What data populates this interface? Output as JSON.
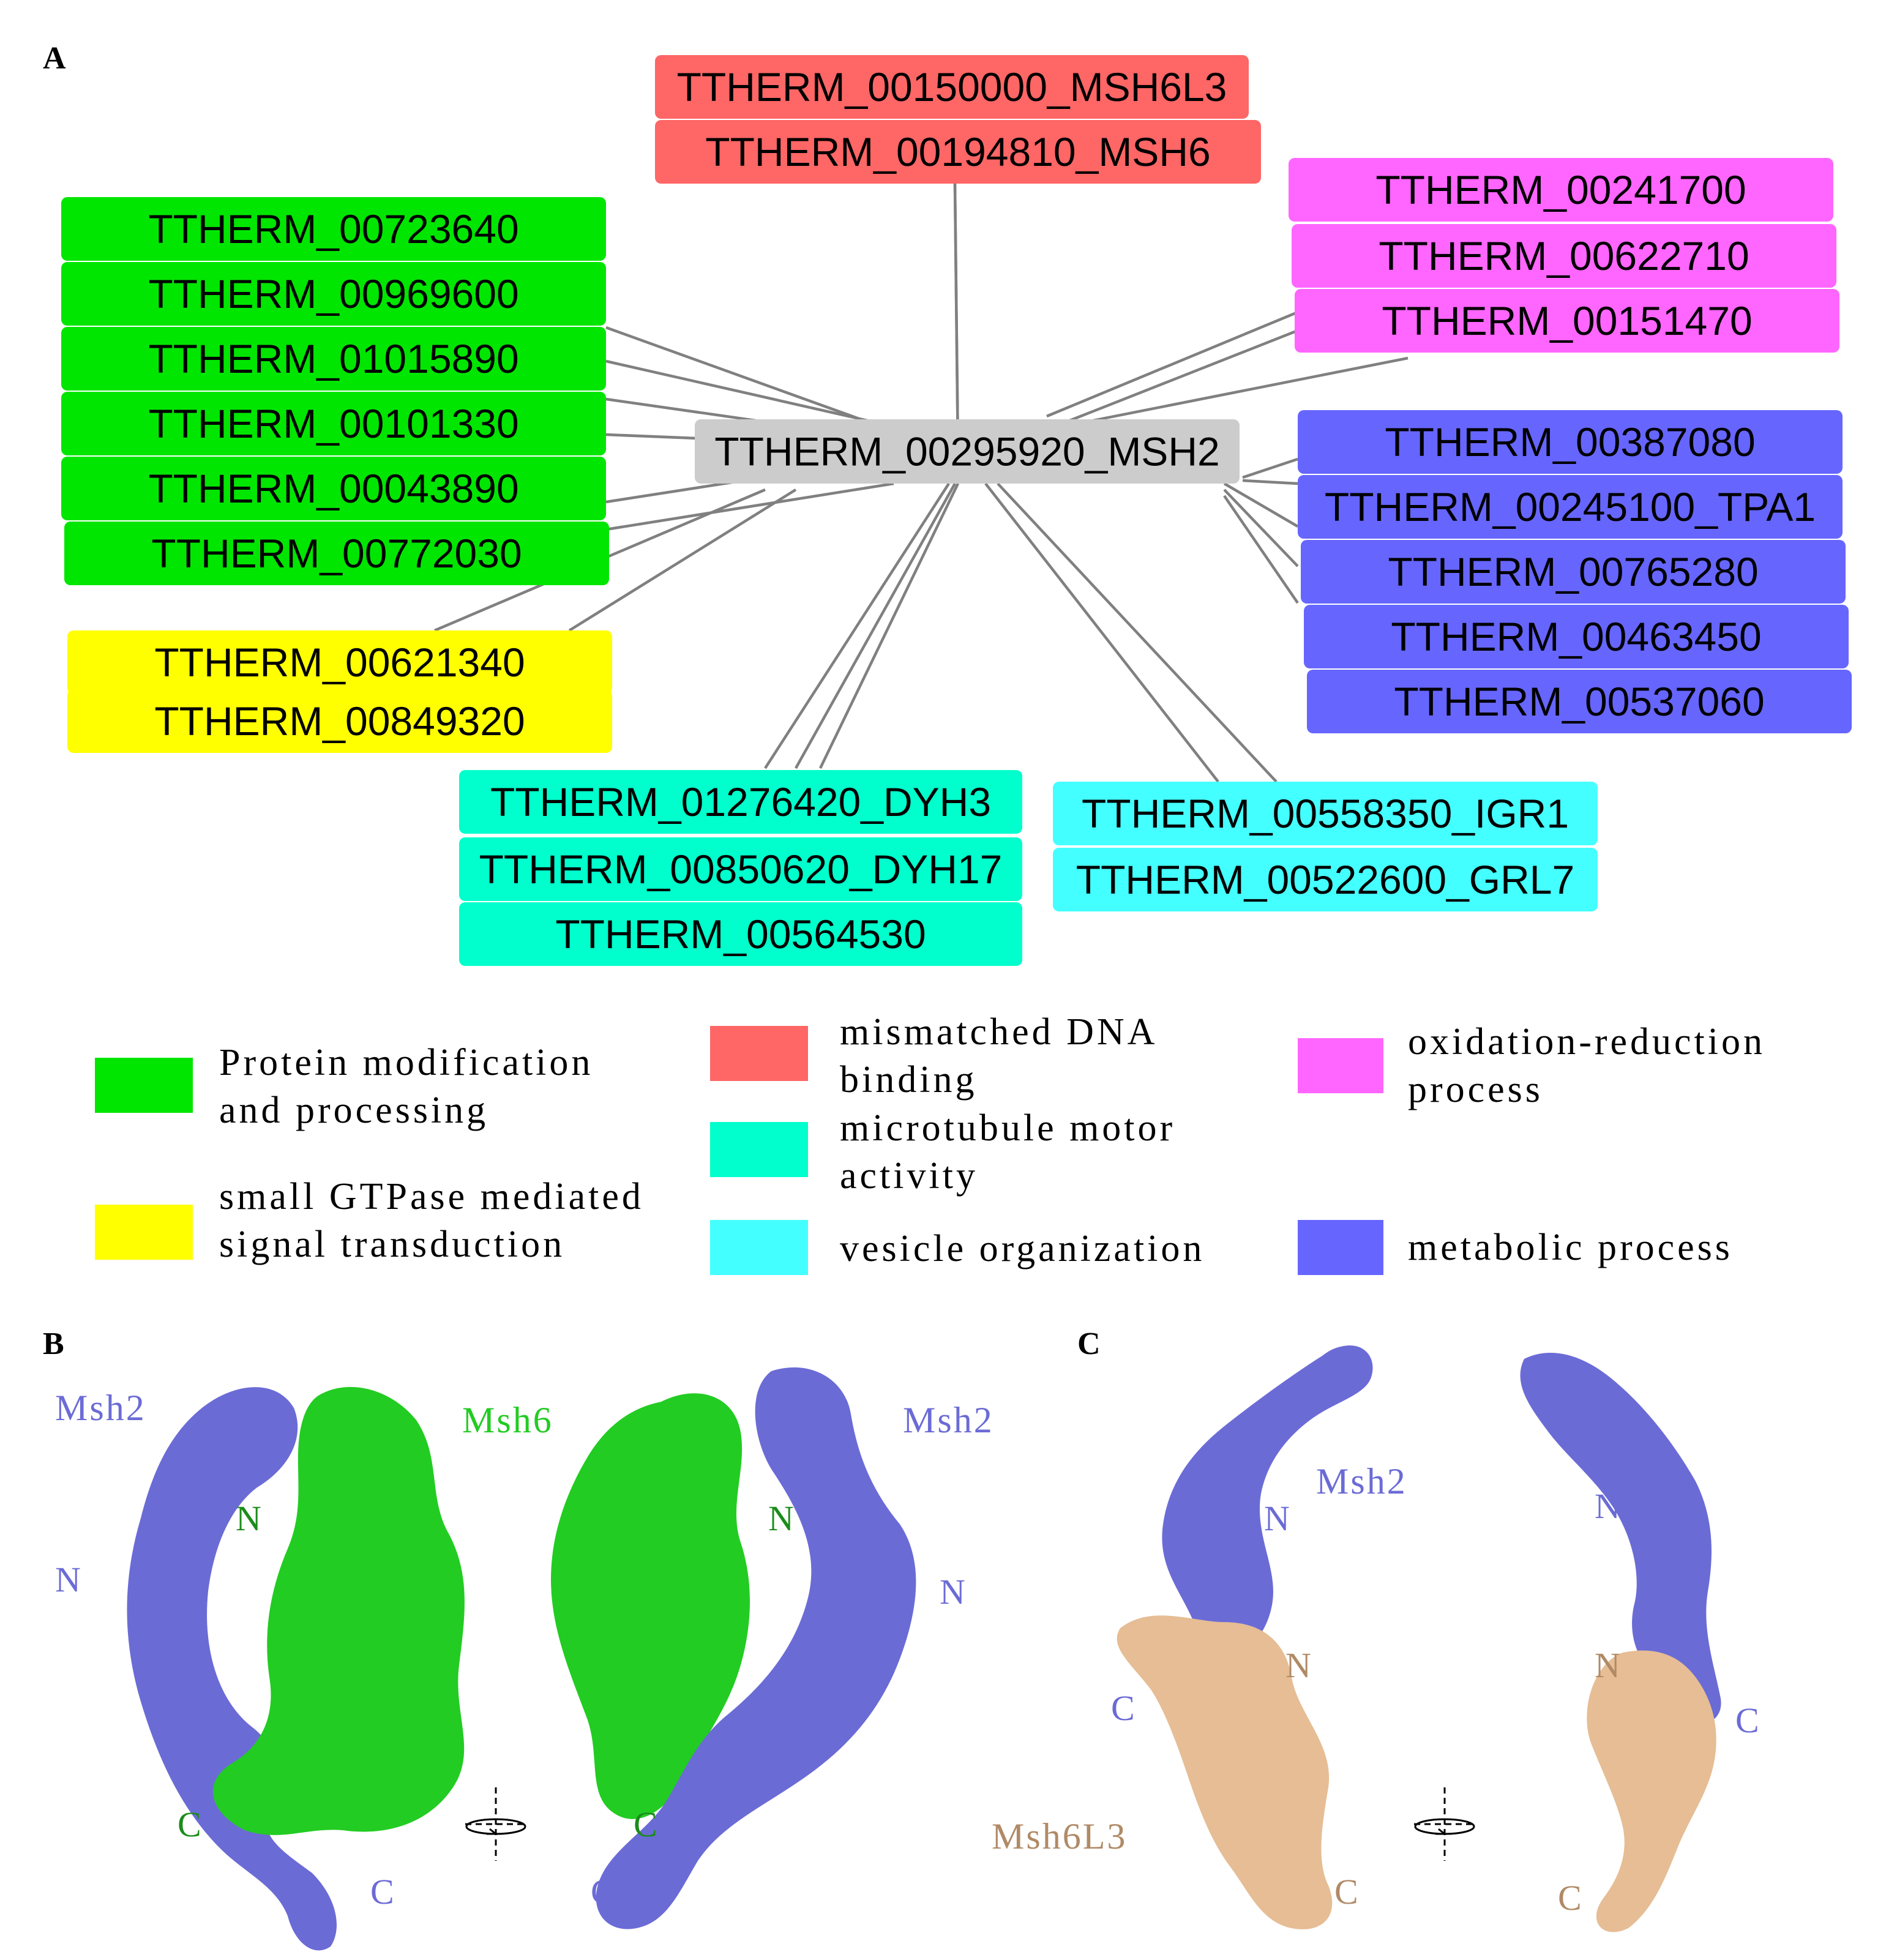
{
  "panels": {
    "a": "A",
    "b": "B",
    "c": "C"
  },
  "colors": {
    "protein": "#00e600",
    "mismatch": "#ff6666",
    "oxidation": "#ff66ff",
    "metabolic": "#6666ff",
    "gtpase": "#ffff00",
    "microtubule": "#00ffcc",
    "vesicle": "#44ffff",
    "center": "#cccccc",
    "msh2": "#6b6bd6",
    "msh6": "#22cc22",
    "msh6l3": "#e6bd94"
  },
  "network": {
    "center": "TTHERM_00295920_MSH2",
    "nodes": [
      {
        "label": "TTHERM_00150000_MSH6L3",
        "group": "mismatch"
      },
      {
        "label": "TTHERM_00194810_MSH6",
        "group": "mismatch"
      },
      {
        "label": "TTHERM_00723640",
        "group": "protein"
      },
      {
        "label": "TTHERM_00969600",
        "group": "protein"
      },
      {
        "label": "TTHERM_01015890",
        "group": "protein"
      },
      {
        "label": "TTHERM_00101330",
        "group": "protein"
      },
      {
        "label": "TTHERM_00043890",
        "group": "protein"
      },
      {
        "label": "TTHERM_00772030",
        "group": "protein"
      },
      {
        "label": "TTHERM_00241700",
        "group": "oxidation"
      },
      {
        "label": "TTHERM_00622710",
        "group": "oxidation"
      },
      {
        "label": "TTHERM_00151470",
        "group": "oxidation"
      },
      {
        "label": "TTHERM_00387080",
        "group": "metabolic"
      },
      {
        "label": "TTHERM_00245100_TPA1",
        "group": "metabolic"
      },
      {
        "label": "TTHERM_00765280",
        "group": "metabolic"
      },
      {
        "label": "TTHERM_00463450",
        "group": "metabolic"
      },
      {
        "label": "TTHERM_00537060",
        "group": "metabolic"
      },
      {
        "label": "TTHERM_00621340",
        "group": "gtpase"
      },
      {
        "label": "TTHERM_00849320",
        "group": "gtpase"
      },
      {
        "label": "TTHERM_01276420_DYH3",
        "group": "microtubule"
      },
      {
        "label": "TTHERM_00850620_DYH17",
        "group": "microtubule"
      },
      {
        "label": "TTHERM_00564530",
        "group": "microtubule"
      },
      {
        "label": "TTHERM_00558350_IGR1",
        "group": "vesicle"
      },
      {
        "label": "TTHERM_00522600_GRL7",
        "group": "vesicle"
      }
    ]
  },
  "legend": [
    {
      "lines": [
        "Protein modification",
        "and processing"
      ],
      "group": "protein"
    },
    {
      "lines": [
        "small GTPase mediated",
        "signal transduction"
      ],
      "group": "gtpase"
    },
    {
      "lines": [
        "mismatched DNA",
        "binding"
      ],
      "group": "mismatch"
    },
    {
      "lines": [
        "microtubule motor",
        "activity"
      ],
      "group": "microtubule"
    },
    {
      "lines": [
        "vesicle organization"
      ],
      "group": "vesicle"
    },
    {
      "lines": [
        "oxidation-reduction",
        "process"
      ],
      "group": "oxidation"
    },
    {
      "lines": [
        "metabolic process"
      ],
      "group": "metabolic"
    }
  ],
  "structures": {
    "msh2": "Msh2",
    "msh6": "Msh6",
    "msh6l3": "Msh6L3",
    "n_term": "N",
    "c_term": "C"
  }
}
